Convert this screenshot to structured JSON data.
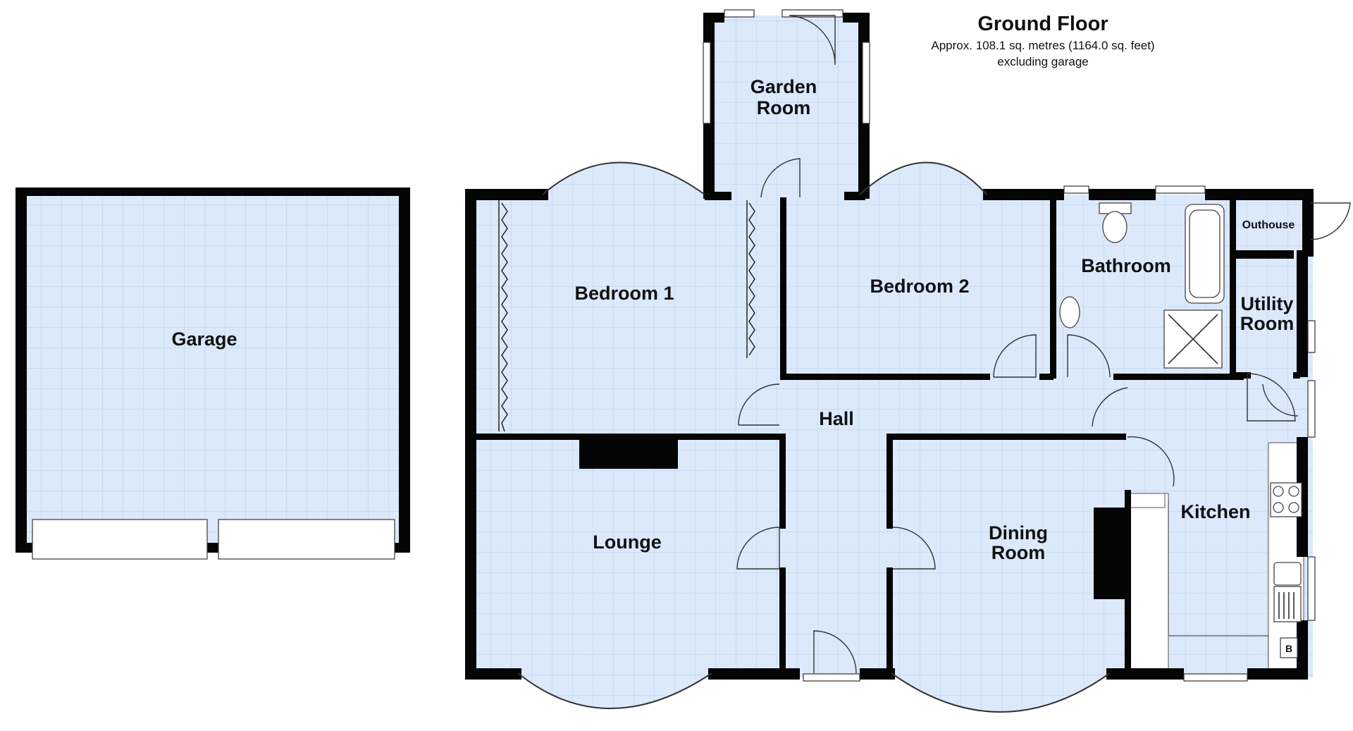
{
  "header": {
    "title": "Ground Floor",
    "area": "Approx. 108.1 sq. metres (1164.0 sq. feet)",
    "note": "excluding garage"
  },
  "rooms": {
    "garage": "Garage",
    "garden_room_line1": "Garden",
    "garden_room_line2": "Room",
    "bedroom1": "Bedroom 1",
    "bedroom2": "Bedroom 2",
    "bathroom": "Bathroom",
    "outhouse": "Outhouse",
    "utility_line1": "Utility",
    "utility_line2": "Room",
    "hall": "Hall",
    "lounge": "Lounge",
    "dining_line1": "Dining",
    "dining_line2": "Room",
    "kitchen": "Kitchen",
    "boiler": "B"
  },
  "colors": {
    "room_fill": "#dbe9fb",
    "grid": "#b7cde8",
    "wall": "#050505"
  }
}
